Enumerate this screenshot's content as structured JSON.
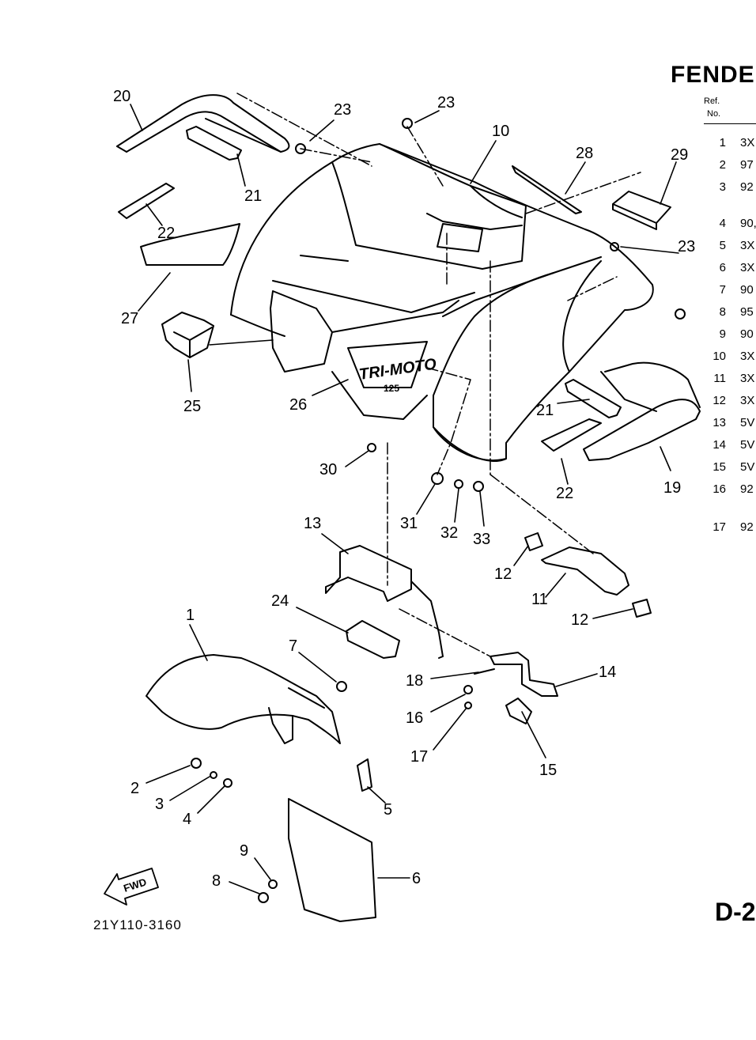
{
  "header": {
    "title": "FENDE",
    "ref_label": "Ref.",
    "no_label": "No."
  },
  "ref_table": [
    {
      "no": "1",
      "part": "3X"
    },
    {
      "no": "2",
      "part": "97"
    },
    {
      "no": "3",
      "part": "92"
    },
    {
      "no": "4",
      "part": "90,"
    },
    {
      "no": "5",
      "part": "3X"
    },
    {
      "no": "6",
      "part": "3X"
    },
    {
      "no": "7",
      "part": "90"
    },
    {
      "no": "8",
      "part": "95"
    },
    {
      "no": "9",
      "part": "90"
    },
    {
      "no": "10",
      "part": "3X"
    },
    {
      "no": "11",
      "part": "3X"
    },
    {
      "no": "12",
      "part": "3X"
    },
    {
      "no": "13",
      "part": "5V"
    },
    {
      "no": "14",
      "part": "5V"
    },
    {
      "no": "15",
      "part": "5V"
    },
    {
      "no": "16",
      "part": "92"
    },
    {
      "no": "17",
      "part": "92"
    }
  ],
  "decal_text": {
    "brand": "TRI-MOTO",
    "model": "125"
  },
  "fwd_label": "FWD",
  "page_code": "D-2",
  "drawing_number": "21Y110-3160",
  "callouts": [
    "20",
    "23",
    "23",
    "10",
    "28",
    "29",
    "21",
    "22",
    "23",
    "27",
    "25",
    "26",
    "21",
    "22",
    "19",
    "30",
    "31",
    "32",
    "33",
    "13",
    "12",
    "11",
    "12",
    "24",
    "7",
    "1",
    "18",
    "14",
    "16",
    "17",
    "15",
    "2",
    "3",
    "4",
    "5",
    "9",
    "6",
    "8"
  ]
}
